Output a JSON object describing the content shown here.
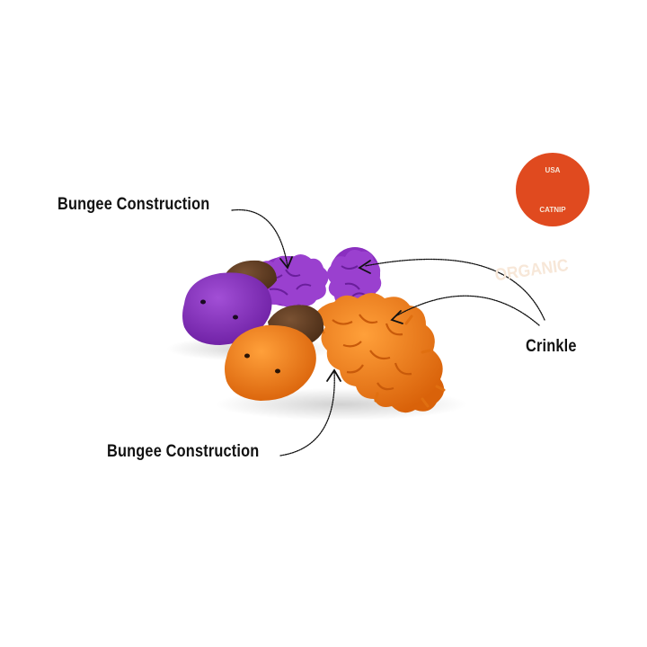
{
  "callouts": {
    "top": "Bungee Construction",
    "bottom": "Bungee Construction",
    "crinkle": "Crinkle"
  },
  "badge": {
    "line1": "USA",
    "line2": "ORGANIC",
    "line3": "CATNIP",
    "color": "#e04a1f"
  },
  "colors": {
    "purple_toy": "#8a2fc0",
    "orange_toy": "#f07d14",
    "brown_cap": "#5a3820",
    "text": "#111111"
  }
}
